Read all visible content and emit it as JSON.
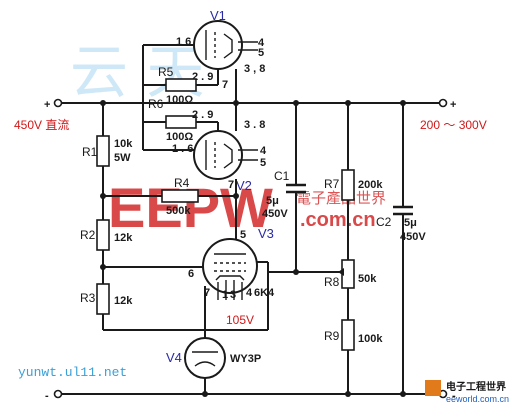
{
  "tubes": {
    "v1": "V1",
    "v2": "V2",
    "v3": "V3",
    "v4": "V4",
    "v3_type": "6K4",
    "v4_type": "WY3P"
  },
  "terminals": {
    "input_label": "450V 直流",
    "output_label": "200 ～ 300V",
    "plus": "+",
    "minus": "-",
    "v3_cathode_voltage": "105V"
  },
  "resistors": {
    "r1": "R1",
    "r1_value": "10k",
    "r1_power": "5W",
    "r2": "R2",
    "r2_value": "12k",
    "r3": "R3",
    "r3_value": "12k",
    "r4": "R4",
    "r4_value": "500k",
    "r5": "R5",
    "r5_value": "100Ω",
    "r6": "R6",
    "r6_value": "100Ω",
    "r7": "R7",
    "r7_value": "200k",
    "r8": "R8",
    "r8_value": "50k",
    "r9": "R9",
    "r9_value": "100k"
  },
  "capacitors": {
    "c1": "C1",
    "c1_value": "5μ",
    "c1_voltage": "450V",
    "c2": "C2",
    "c2_value": "5μ",
    "c2_voltage": "450V"
  },
  "pins": {
    "v1_16": "1 6",
    "v1_2_9": "2 . 9",
    "v1_3_8": "3 , 8",
    "v1_4": "4",
    "v1_5": "5",
    "v1_7": "7",
    "v2_2_9": "2 . 9",
    "v2_3_8": "3 . 8",
    "v2_16": "1 . 6",
    "v2_4": "4",
    "v2_5": "5",
    "v2_7": "7",
    "v3_5": "5",
    "v3_6": "6",
    "v3_7": "7",
    "v3_1": "1",
    "v3_3": "3",
    "v3_4": "4"
  },
  "watermarks": {
    "site": "yunwt.ul11.net",
    "brand": "EEPW",
    "brand_sub": ".com.cn",
    "top_text": "云 天",
    "cn_text": "電子產品世界",
    "logo_cn": "电子工程世界",
    "logo_en": "eeworld.com.cn"
  },
  "colors": {
    "wire": "#1a1a1a",
    "label_blue": "#2a2aa8",
    "label_red": "#d01818",
    "watermark_red": "#d42a2a"
  }
}
